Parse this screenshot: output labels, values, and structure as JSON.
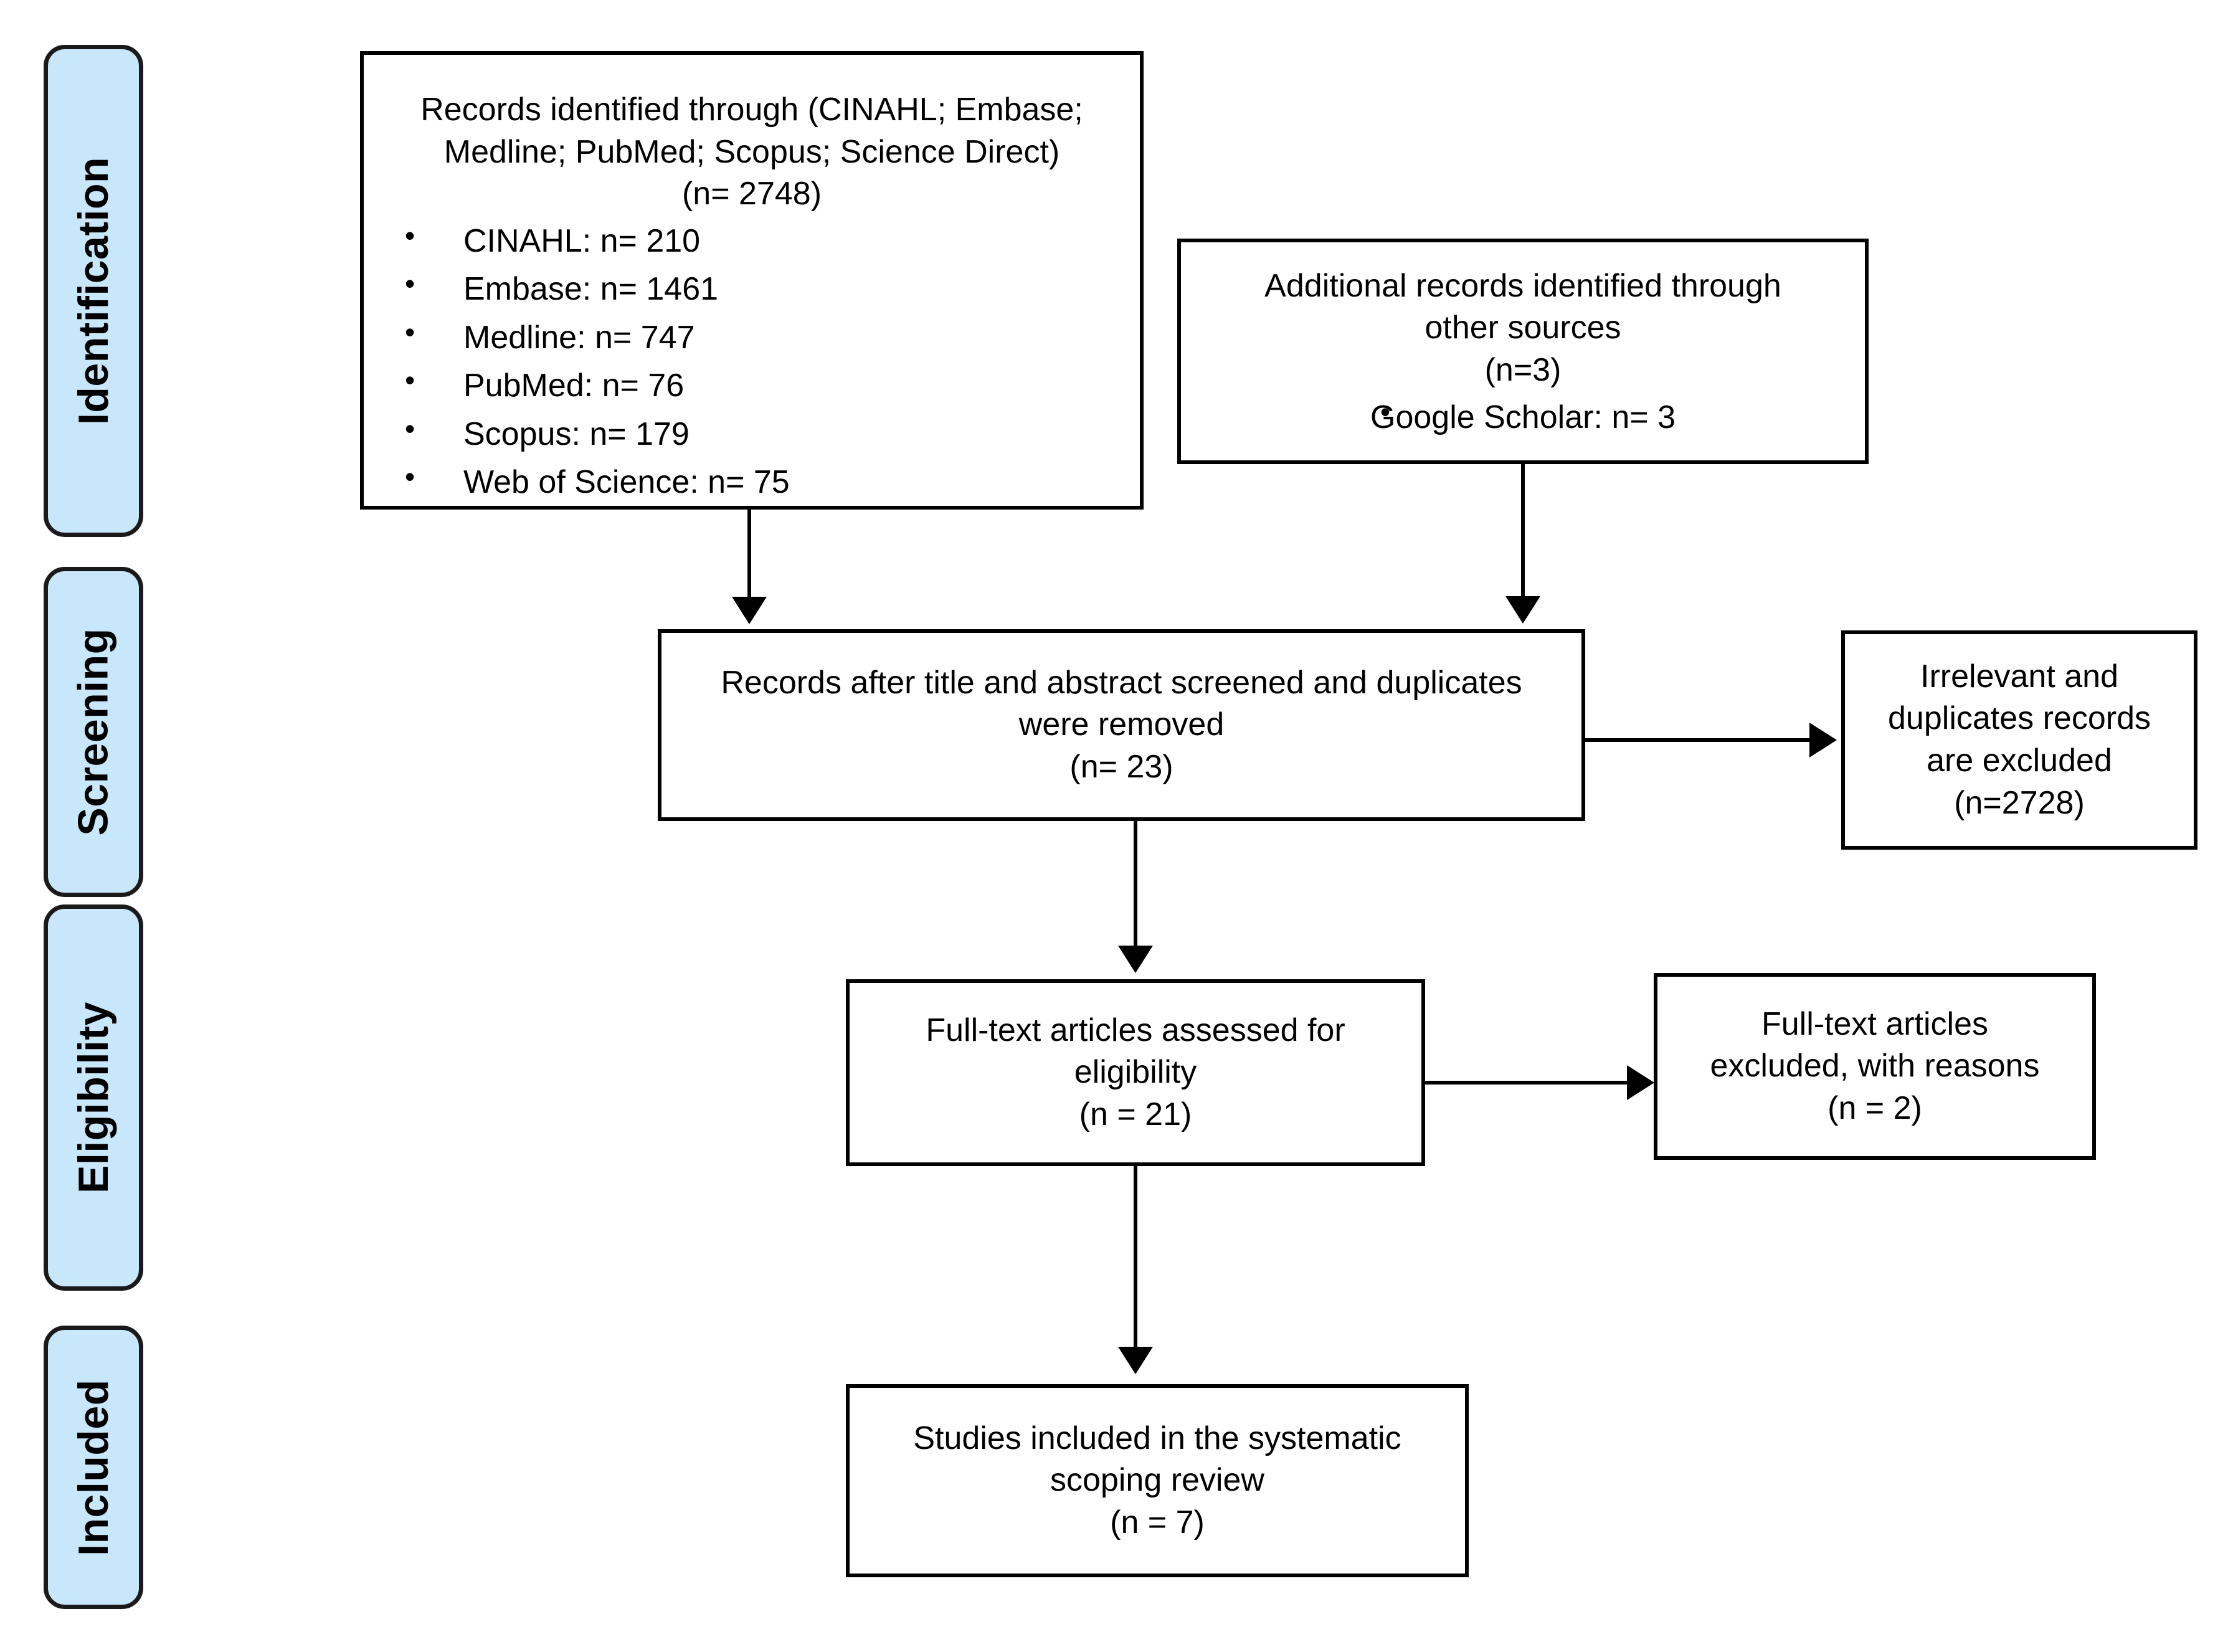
{
  "diagram": {
    "title": "PRISMA flow diagram",
    "accent_color": "#c9e7fa",
    "line_color": "#000000",
    "background_color": "#ffffff"
  },
  "stages": [
    {
      "id": "identification",
      "label": "Identification"
    },
    {
      "id": "screening",
      "label": "Screening"
    },
    {
      "id": "eligibility",
      "label": "Eligibility"
    },
    {
      "id": "included",
      "label": "Included"
    }
  ],
  "boxes": {
    "records_identified": {
      "headline": "Records identified through (CINAHL; Embase;\nMedline; PubMed; Scopus; Science Direct)",
      "count": "(n= 2748)",
      "sources": [
        "CINAHL: n= 210",
        "Embase: n= 1461",
        "Medline: n= 747",
        "PubMed: n= 76",
        "Scopus: n= 179",
        "Web of Science: n= 75"
      ]
    },
    "additional_records": {
      "headline": "Additional records identified through\nother sources",
      "count": "(n=3)",
      "sources": [
        "Google Scholar: n= 3"
      ]
    },
    "records_screened": {
      "headline": "Records after title and abstract screened and duplicates\nwere removed",
      "count": "(n= 23)"
    },
    "irrelevant_excluded": {
      "headline": "Irrelevant and\nduplicates records\nare excluded",
      "count": "(n=2728)"
    },
    "fulltext_assessed": {
      "headline": "Full-text articles assessed for\neligibility",
      "count": "(n = 21)"
    },
    "fulltext_excluded": {
      "headline": "Full-text articles\nexcluded, with reasons",
      "count": "(n = 2)"
    },
    "studies_included": {
      "headline": "Studies included in the systematic\nscoping review",
      "count": "(n = 7)"
    }
  },
  "chart_data": {
    "type": "diagram",
    "title": "PRISMA flow diagram",
    "nodes": [
      {
        "id": "records_identified",
        "stage": "Identification",
        "n": 2748,
        "breakdown": {
          "CINAHL": 210,
          "Embase": 1461,
          "Medline": 747,
          "PubMed": 76,
          "Scopus": 179,
          "Web of Science": 75
        }
      },
      {
        "id": "additional_records",
        "stage": "Identification",
        "n": 3,
        "breakdown": {
          "Google Scholar": 3
        }
      },
      {
        "id": "records_screened",
        "stage": "Screening",
        "n": 23
      },
      {
        "id": "irrelevant_excluded",
        "stage": "Screening",
        "n": 2728
      },
      {
        "id": "fulltext_assessed",
        "stage": "Eligibility",
        "n": 21
      },
      {
        "id": "fulltext_excluded",
        "stage": "Eligibility",
        "n": 2
      },
      {
        "id": "studies_included",
        "stage": "Included",
        "n": 7
      }
    ],
    "edges": [
      {
        "from": "records_identified",
        "to": "records_screened",
        "direction": "down"
      },
      {
        "from": "additional_records",
        "to": "records_screened",
        "direction": "down"
      },
      {
        "from": "records_screened",
        "to": "irrelevant_excluded",
        "direction": "right"
      },
      {
        "from": "records_screened",
        "to": "fulltext_assessed",
        "direction": "down"
      },
      {
        "from": "fulltext_assessed",
        "to": "fulltext_excluded",
        "direction": "right"
      },
      {
        "from": "fulltext_assessed",
        "to": "studies_included",
        "direction": "down"
      }
    ]
  }
}
